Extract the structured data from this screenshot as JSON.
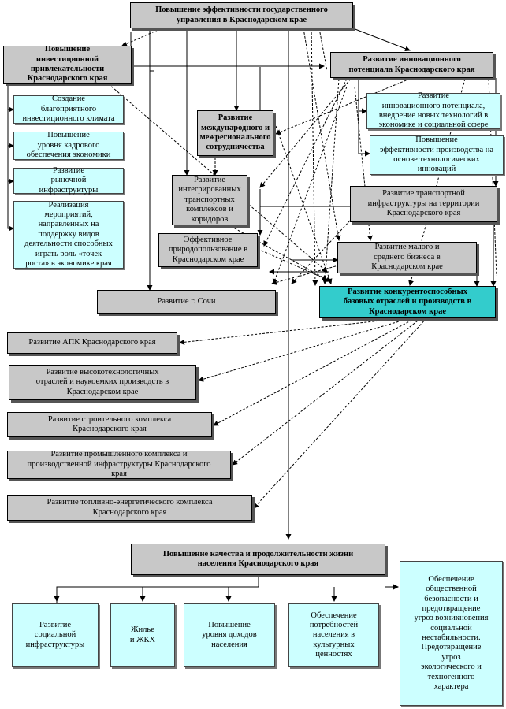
{
  "boxes": {
    "top_goal": "Повышение эффективности государственного\nуправления в Краснодарском крае",
    "investment": "Повышение\nинвестиционной\nпривлекательности\nКраснодарского края",
    "innovation": "Развитие инновационного\nпотенциала Краснодарского края",
    "inv_climate": "Создание\nблагоприятного\nинвестиционного климата",
    "personnel": "Повышение\nуровня кадрового\nобеспечения экономики",
    "market_infra": "Развитие\nрыночной\nинфраструктуры",
    "growth_points": "Реализация\nмероприятий,\nнаправленных на\nподдержку видов\nдеятельности способных\nиграть роль «точек\nроста» в экономике края",
    "intl_coop": "Развитие\nмеждународного и\nмежрегионального\nсотрудничества",
    "transport_corridors": "Развитие\nинтегрированных\nтранспортных\nкомплексов и\nкоридоров",
    "nature_use": "Эффективное\nприродопользование в\nКраснодарском крае",
    "sochi": "Развитие г. Сочи",
    "innov_tech": "Развитие\nинновационного потенциала,\nвнедрение новых технологий в\nэкономике и социальной сфере",
    "production_eff": "Повышение\nэффективности производства на\nоснове технологических\nинноваций",
    "transport_infra": "Развитие транспортной\nинфраструктуры на территории\nКраснодарского края",
    "small_business": "Развитие малого и\nсреднего бизнеса в\nКраснодарском крае",
    "competitive": "Развитие конкурентоспособных\nбазовых отраслей и производств в\nКраснодарском крае",
    "apk": "Развитие АПК Краснодарского края",
    "hightech": "Развитие высокотехнологичных\nотраслей и наукоемких производств в\nКраснодарском крае",
    "construction": "Развитие строительного комплекса\nКраснодарского края",
    "industry": "Развитие промышленного комплекса и\nпроизводственной инфраструктуры Краснодарского\nкрая",
    "energy": "Развитие топливно-энергетического комплекса\nКраснодарского края",
    "life_quality": "Повышение качества и продолжительности жизни\nнаселения  Краснодарского края",
    "social_infra": "Развитие\nсоциальной\nинфраструктуры",
    "housing": "Жилье\nи ЖКХ",
    "income": "Повышение\nуровня доходов\nнаселения",
    "culture": "Обеспечение\nпотребностей\nнаселения в\nкультурных\nценностях",
    "security": "Обеспечение\nобщественной\nбезопасности и\nпредотвращение\nугроз возникновения\nсоциальной\nнестабильности.\nПредотвращение\nугроз\nэкологического и\nтехногенного\nхарактера"
  },
  "colors": {
    "gray": "#c8c8c8",
    "cyan": "#ccffff",
    "teal": "#33cccc",
    "line": "#000000"
  }
}
